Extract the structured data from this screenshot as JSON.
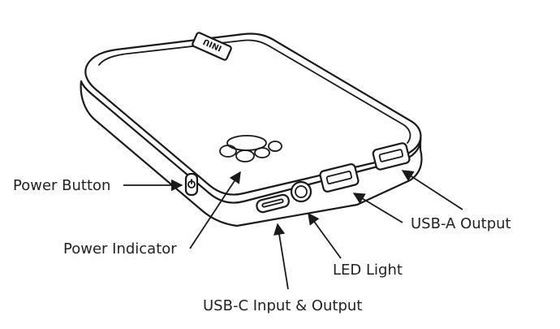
{
  "device": {
    "logo_text": "INIU"
  },
  "callouts": {
    "power_button": "Power Button",
    "power_indicator": "Power Indicator",
    "usb_c": "USB-C Input & Output",
    "led_light": "LED Light",
    "usb_a": "USB-A Output"
  }
}
